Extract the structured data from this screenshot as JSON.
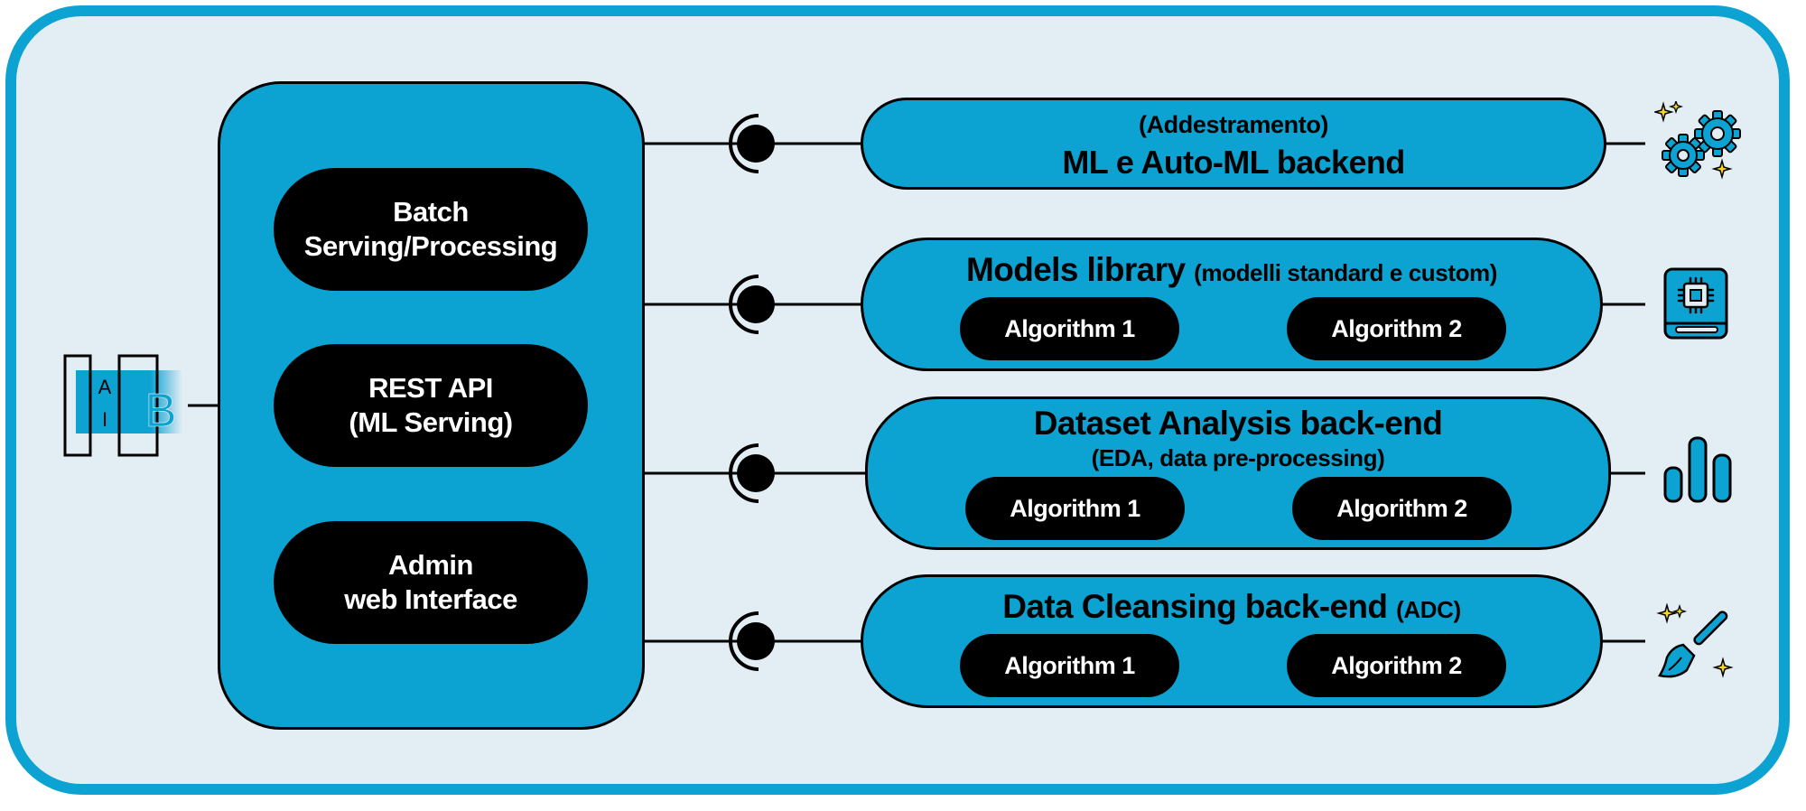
{
  "logo": {
    "letters_left": "A I",
    "letter_right": "B",
    "text_a": "A",
    "text_i": "I"
  },
  "hub": {
    "items": [
      {
        "line1": "Batch",
        "line2": "Serving/Processing"
      },
      {
        "line1": "REST API",
        "line2": "(ML Serving)"
      },
      {
        "line1": "Admin",
        "line2": "web Interface"
      }
    ]
  },
  "modules": [
    {
      "subtitle": "(Addestramento)",
      "title": "ML e Auto-ML backend",
      "icon": "gears-sparkle-icon"
    },
    {
      "title": "Models library",
      "title_note": "(modelli standard e custom)",
      "algo1": "Algorithm 1",
      "algo2": "Algorithm 2",
      "icon": "chip-book-icon"
    },
    {
      "title": "Dataset Analysis back-end",
      "subtitle": "(EDA, data pre-processing)",
      "algo1": "Algorithm 1",
      "algo2": "Algorithm 2",
      "icon": "bar-chart-icon"
    },
    {
      "title": "Data Cleansing back-end",
      "title_note": "(ADC)",
      "algo1": "Algorithm 1",
      "algo2": "Algorithm 2",
      "icon": "broom-sparkle-icon"
    }
  ],
  "colors": {
    "accent": "#0ca3d2",
    "background": "#e3edf4",
    "sparkle": "#f7d71c",
    "dark": "#000000"
  }
}
